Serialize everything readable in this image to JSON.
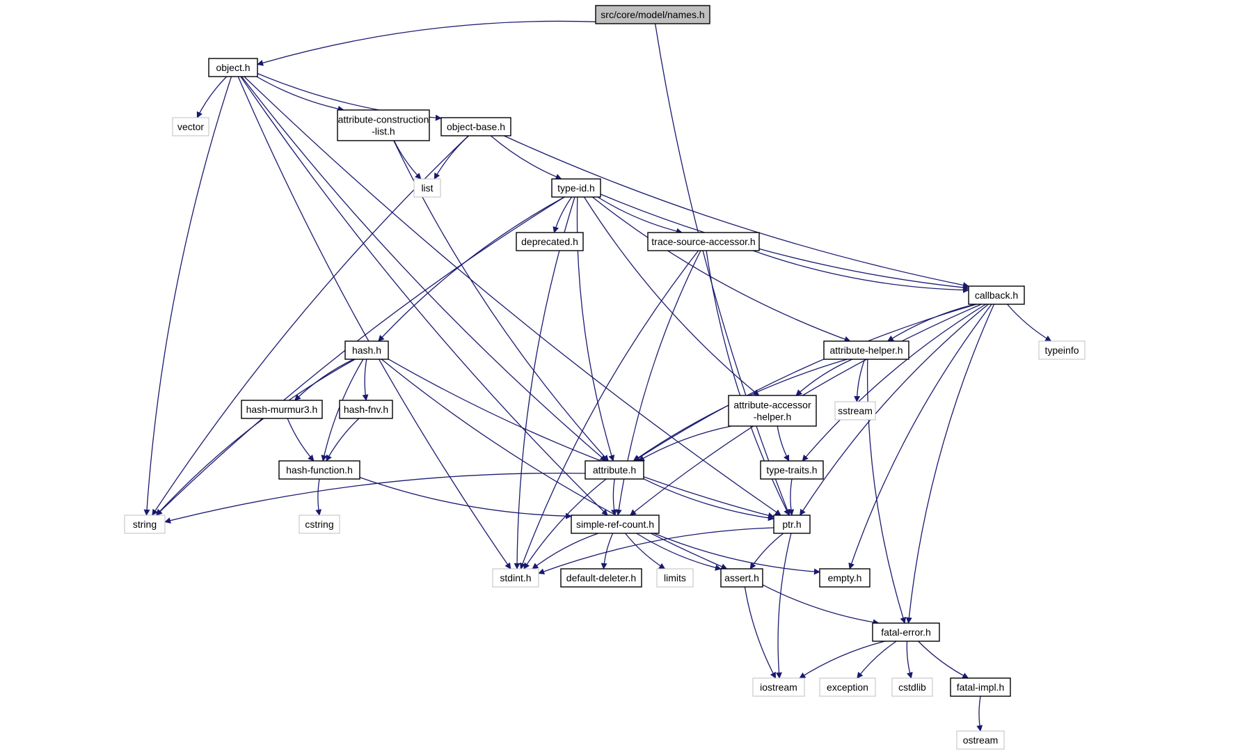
{
  "diagram": {
    "nodes": [
      {
        "id": "names",
        "label": "src/core/model/names.h",
        "style": "root"
      },
      {
        "id": "object",
        "label": "object.h",
        "style": "local"
      },
      {
        "id": "vector",
        "label": "vector",
        "style": "system"
      },
      {
        "id": "attr_cons",
        "label": "attribute-construction\n-list.h",
        "style": "local"
      },
      {
        "id": "object_base",
        "label": "object-base.h",
        "style": "local"
      },
      {
        "id": "list",
        "label": "list",
        "style": "system"
      },
      {
        "id": "type_id",
        "label": "type-id.h",
        "style": "local"
      },
      {
        "id": "deprecated",
        "label": "deprecated.h",
        "style": "local"
      },
      {
        "id": "trace_src",
        "label": "trace-source-accessor.h",
        "style": "local"
      },
      {
        "id": "callback",
        "label": "callback.h",
        "style": "local"
      },
      {
        "id": "hash",
        "label": "hash.h",
        "style": "local"
      },
      {
        "id": "attr_helper",
        "label": "attribute-helper.h",
        "style": "local"
      },
      {
        "id": "typeinfo",
        "label": "typeinfo",
        "style": "system"
      },
      {
        "id": "hash_murmur",
        "label": "hash-murmur3.h",
        "style": "local"
      },
      {
        "id": "hash_fnv",
        "label": "hash-fnv.h",
        "style": "local"
      },
      {
        "id": "attr_acc",
        "label": "attribute-accessor\n-helper.h",
        "style": "local"
      },
      {
        "id": "sstream",
        "label": "sstream",
        "style": "system"
      },
      {
        "id": "hash_func",
        "label": "hash-function.h",
        "style": "local"
      },
      {
        "id": "attribute",
        "label": "attribute.h",
        "style": "local"
      },
      {
        "id": "type_traits",
        "label": "type-traits.h",
        "style": "local"
      },
      {
        "id": "string",
        "label": "string",
        "style": "system"
      },
      {
        "id": "cstring",
        "label": "cstring",
        "style": "system"
      },
      {
        "id": "src",
        "label": "simple-ref-count.h",
        "style": "local"
      },
      {
        "id": "ptr",
        "label": "ptr.h",
        "style": "local"
      },
      {
        "id": "stdint",
        "label": "stdint.h",
        "style": "system"
      },
      {
        "id": "def_del",
        "label": "default-deleter.h",
        "style": "local"
      },
      {
        "id": "limits",
        "label": "limits",
        "style": "system"
      },
      {
        "id": "assert",
        "label": "assert.h",
        "style": "local"
      },
      {
        "id": "empty",
        "label": "empty.h",
        "style": "local"
      },
      {
        "id": "fatal_error",
        "label": "fatal-error.h",
        "style": "local"
      },
      {
        "id": "iostream",
        "label": "iostream",
        "style": "system"
      },
      {
        "id": "exception",
        "label": "exception",
        "style": "system"
      },
      {
        "id": "cstdlib",
        "label": "cstdlib",
        "style": "system"
      },
      {
        "id": "fatal_impl",
        "label": "fatal-impl.h",
        "style": "local"
      },
      {
        "id": "ostream",
        "label": "ostream",
        "style": "system"
      }
    ],
    "edges": [
      {
        "from": "names",
        "to": "object"
      },
      {
        "from": "names",
        "to": "ptr"
      },
      {
        "from": "object",
        "to": "vector"
      },
      {
        "from": "object",
        "to": "attr_cons"
      },
      {
        "from": "object",
        "to": "object_base"
      },
      {
        "from": "object",
        "to": "string"
      },
      {
        "from": "object",
        "to": "stdint"
      },
      {
        "from": "object",
        "to": "attribute"
      },
      {
        "from": "object",
        "to": "src"
      },
      {
        "from": "object",
        "to": "ptr"
      },
      {
        "from": "attr_cons",
        "to": "list"
      },
      {
        "from": "attr_cons",
        "to": "attribute"
      },
      {
        "from": "object_base",
        "to": "list"
      },
      {
        "from": "object_base",
        "to": "type_id"
      },
      {
        "from": "object_base",
        "to": "callback"
      },
      {
        "from": "object_base",
        "to": "string"
      },
      {
        "from": "type_id",
        "to": "deprecated"
      },
      {
        "from": "type_id",
        "to": "trace_src"
      },
      {
        "from": "type_id",
        "to": "callback"
      },
      {
        "from": "type_id",
        "to": "hash"
      },
      {
        "from": "type_id",
        "to": "attr_helper"
      },
      {
        "from": "type_id",
        "to": "attr_acc"
      },
      {
        "from": "type_id",
        "to": "attribute"
      },
      {
        "from": "type_id",
        "to": "string"
      },
      {
        "from": "type_id",
        "to": "stdint"
      },
      {
        "from": "trace_src",
        "to": "callback"
      },
      {
        "from": "trace_src",
        "to": "stdint"
      },
      {
        "from": "trace_src",
        "to": "src"
      },
      {
        "from": "trace_src",
        "to": "ptr"
      },
      {
        "from": "callback",
        "to": "typeinfo"
      },
      {
        "from": "callback",
        "to": "attr_helper"
      },
      {
        "from": "callback",
        "to": "attribute"
      },
      {
        "from": "callback",
        "to": "type_traits"
      },
      {
        "from": "callback",
        "to": "src"
      },
      {
        "from": "callback",
        "to": "ptr"
      },
      {
        "from": "callback",
        "to": "empty"
      },
      {
        "from": "callback",
        "to": "fatal_error"
      },
      {
        "from": "hash",
        "to": "hash_murmur"
      },
      {
        "from": "hash",
        "to": "hash_fnv"
      },
      {
        "from": "hash",
        "to": "hash_func"
      },
      {
        "from": "hash",
        "to": "string"
      },
      {
        "from": "hash",
        "to": "ptr"
      },
      {
        "from": "hash",
        "to": "assert"
      },
      {
        "from": "hash_murmur",
        "to": "hash_func"
      },
      {
        "from": "hash_fnv",
        "to": "hash_func"
      },
      {
        "from": "hash_func",
        "to": "cstring"
      },
      {
        "from": "hash_func",
        "to": "src"
      },
      {
        "from": "attr_helper",
        "to": "attr_acc"
      },
      {
        "from": "attr_helper",
        "to": "sstream"
      },
      {
        "from": "attr_helper",
        "to": "attribute"
      },
      {
        "from": "attr_helper",
        "to": "fatal_error"
      },
      {
        "from": "attr_acc",
        "to": "attribute"
      },
      {
        "from": "attr_acc",
        "to": "type_traits"
      },
      {
        "from": "attribute",
        "to": "string"
      },
      {
        "from": "attribute",
        "to": "src"
      },
      {
        "from": "attribute",
        "to": "ptr"
      },
      {
        "from": "attribute",
        "to": "stdint"
      },
      {
        "from": "type_traits",
        "to": "ptr"
      },
      {
        "from": "src",
        "to": "stdint"
      },
      {
        "from": "src",
        "to": "def_del"
      },
      {
        "from": "src",
        "to": "limits"
      },
      {
        "from": "src",
        "to": "assert"
      },
      {
        "from": "src",
        "to": "empty"
      },
      {
        "from": "ptr",
        "to": "stdint"
      },
      {
        "from": "ptr",
        "to": "assert"
      },
      {
        "from": "ptr",
        "to": "iostream"
      },
      {
        "from": "assert",
        "to": "iostream"
      },
      {
        "from": "assert",
        "to": "fatal_error"
      },
      {
        "from": "fatal_error",
        "to": "iostream"
      },
      {
        "from": "fatal_error",
        "to": "exception"
      },
      {
        "from": "fatal_error",
        "to": "cstdlib"
      },
      {
        "from": "fatal_error",
        "to": "fatal_impl"
      },
      {
        "from": "fatal_impl",
        "to": "ostream"
      }
    ],
    "colors": {
      "edge": "#191970",
      "root_fill": "#bfbfbf",
      "local_border": "#000000",
      "system_border": "#bfbfbf",
      "text": "#000000"
    }
  }
}
